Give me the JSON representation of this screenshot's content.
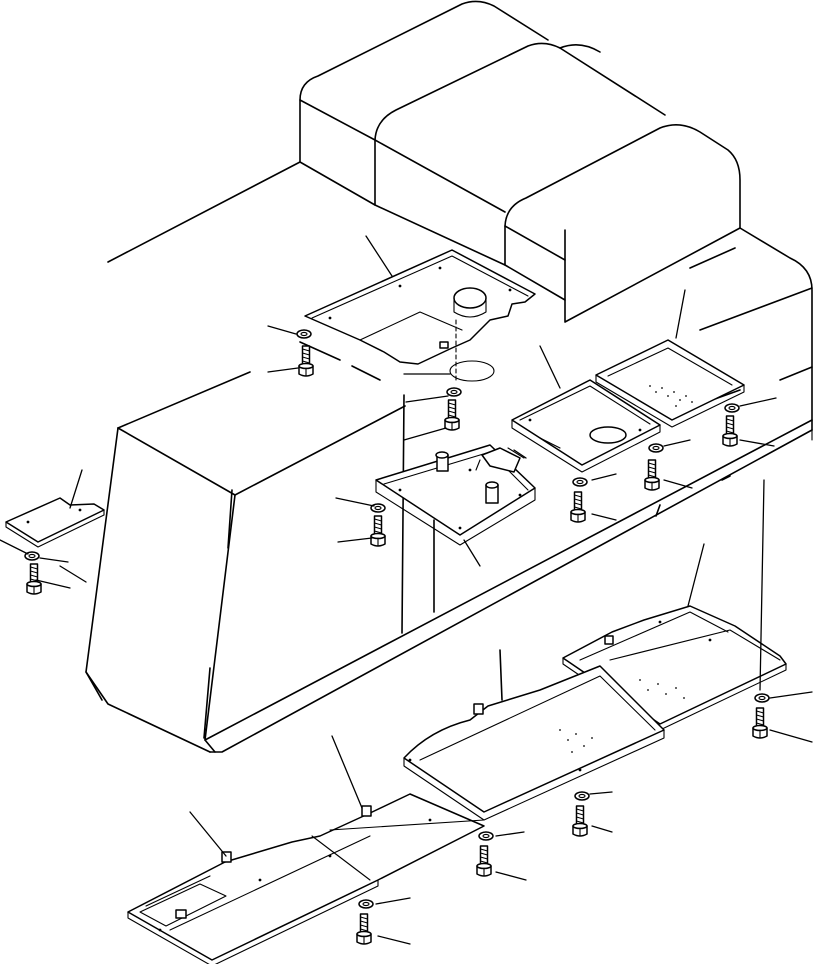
{
  "figure": {
    "kind": "exploded parts illustration",
    "parts": [
      {
        "id": "engine-hood-upper-panels"
      },
      {
        "id": "upper-access-cover-left"
      },
      {
        "id": "upper-access-cover-center"
      },
      {
        "id": "upper-access-cover-right-a"
      },
      {
        "id": "upper-access-cover-right-b"
      },
      {
        "id": "side-small-cover"
      },
      {
        "id": "floor-undercover-front"
      },
      {
        "id": "floor-undercover-middle"
      },
      {
        "id": "floor-undercover-rear"
      },
      {
        "id": "bolt"
      },
      {
        "id": "washer"
      }
    ],
    "colors": {
      "line": "#000000",
      "background": "#ffffff"
    }
  }
}
